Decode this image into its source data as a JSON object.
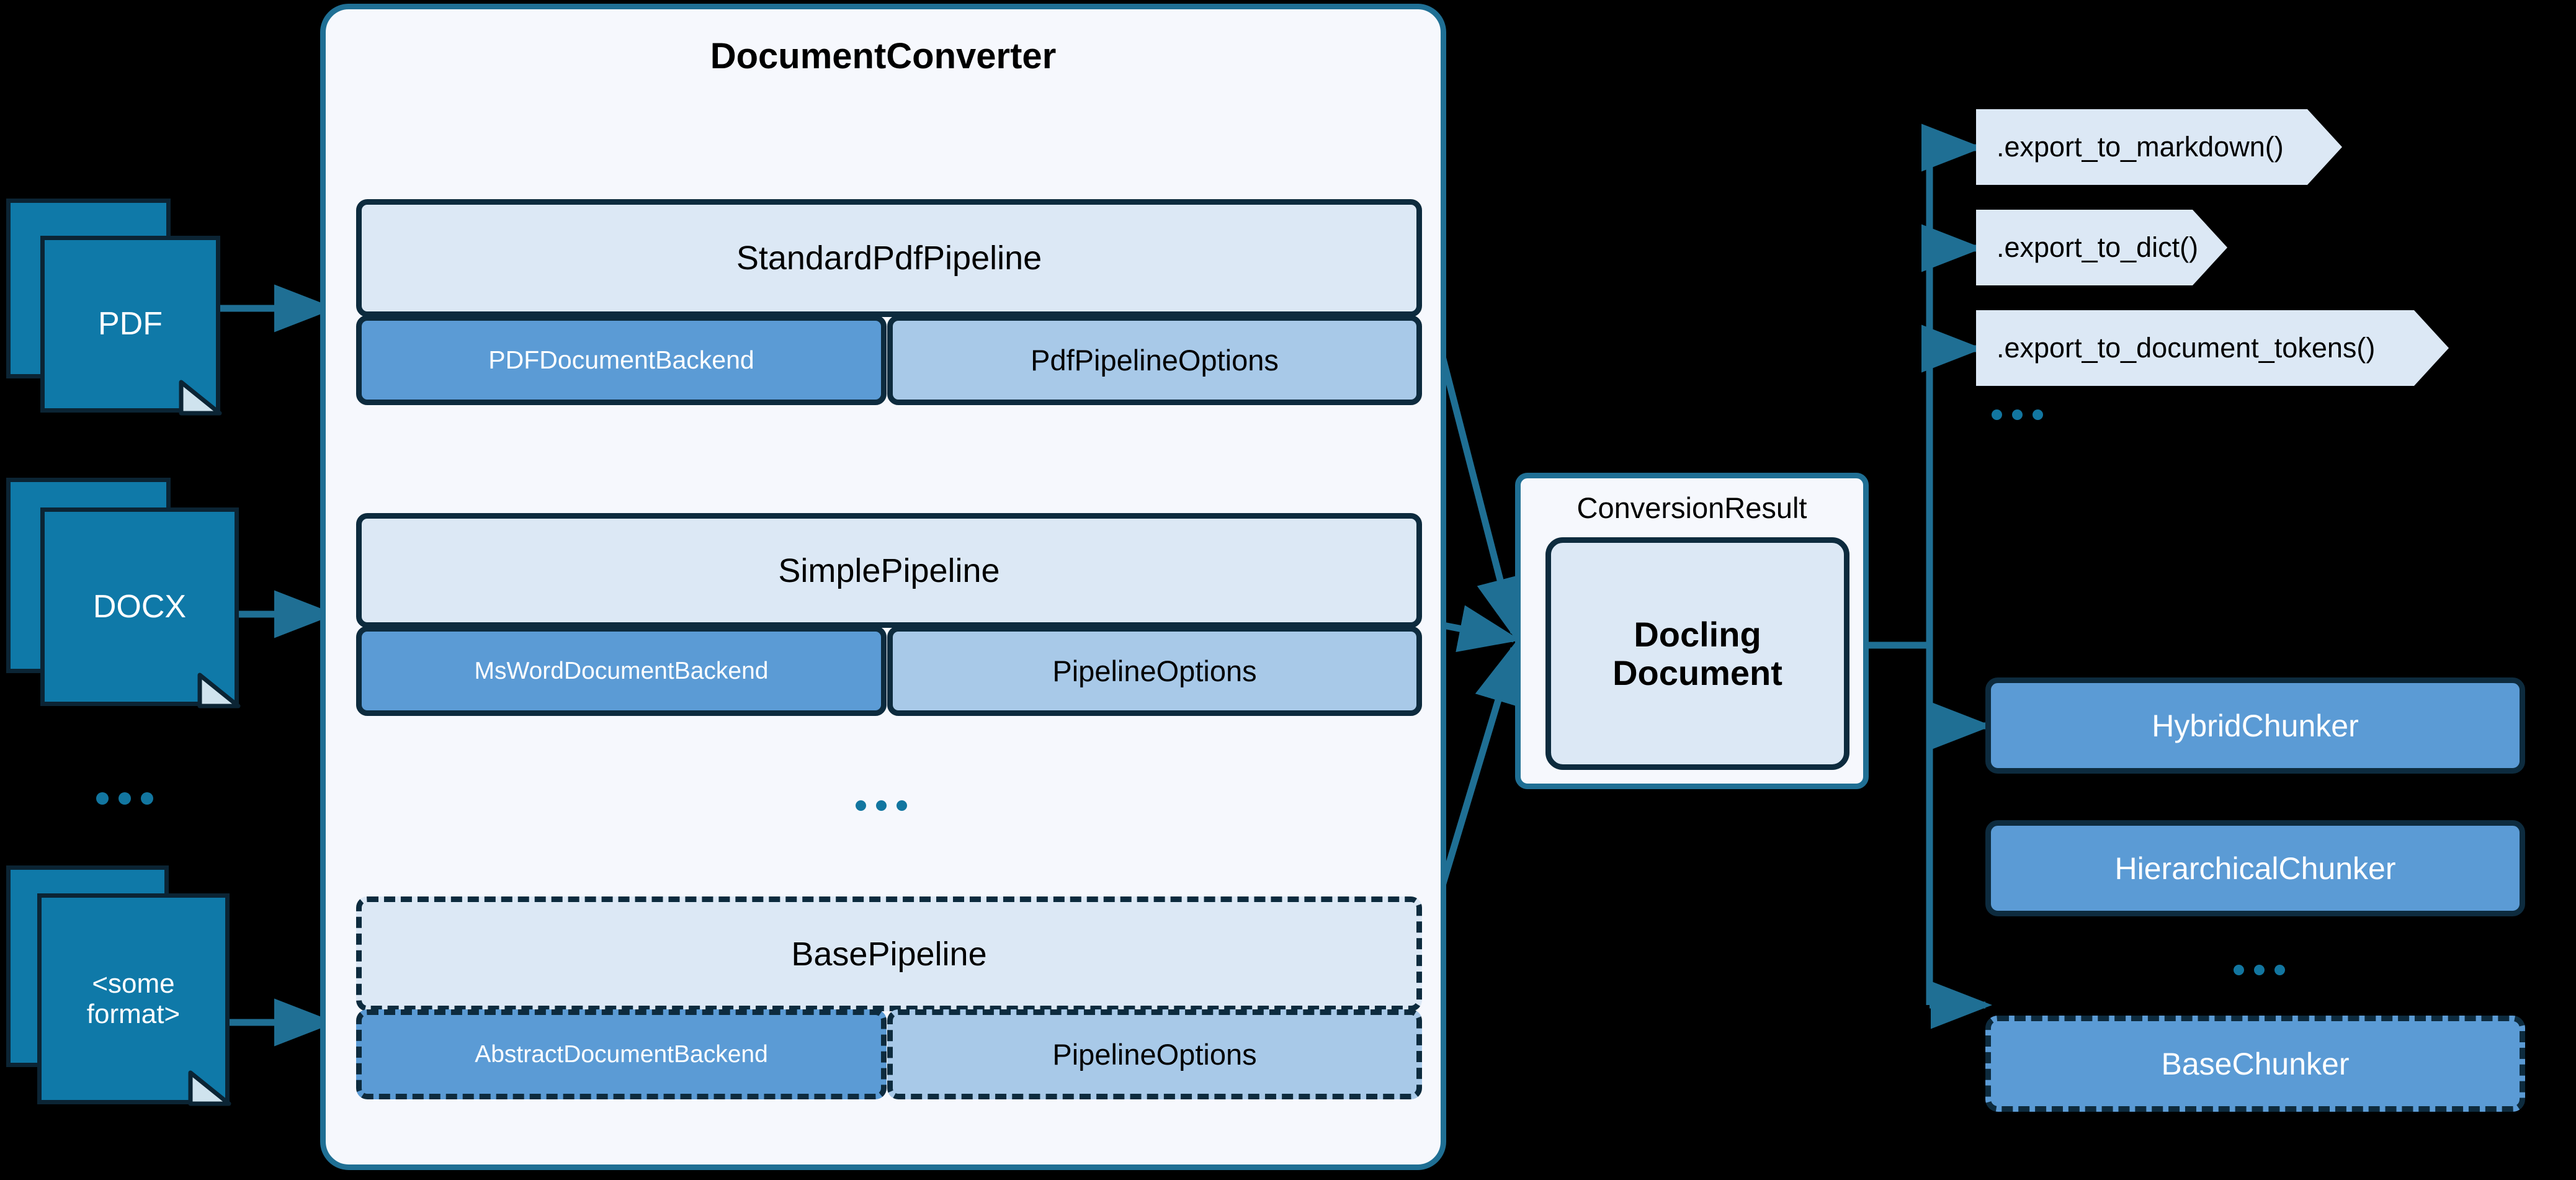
{
  "converter": {
    "title": "DocumentConverter",
    "pipelines": [
      {
        "name": "StandardPdfPipeline",
        "backend": "PDFDocumentBackend",
        "options": "PdfPipelineOptions",
        "style": "solid"
      },
      {
        "name": "SimplePipeline",
        "backend": "MsWordDocumentBackend",
        "options": "PipelineOptions",
        "style": "solid"
      },
      {
        "name": "BasePipeline",
        "backend": "AbstractDocumentBackend",
        "options": "PipelineOptions",
        "style": "dashed"
      }
    ],
    "pipeline_ellipsis": "..."
  },
  "sources": [
    {
      "label": "PDF"
    },
    {
      "label": "DOCX"
    },
    {
      "label": "<some\nformat>",
      "line1": "<some",
      "line2": "format>"
    }
  ],
  "source_ellipsis": "...",
  "result": {
    "label": "ConversionResult",
    "document_line1": "Docling",
    "document_line2": "Document"
  },
  "exports": [
    {
      "label": ".export_to_markdown()"
    },
    {
      "label": ".export_to_dict()"
    },
    {
      "label": ".export_to_document_tokens()"
    }
  ],
  "exports_ellipsis": "...",
  "chunkers": [
    {
      "label": "HybridChunker",
      "style": "solid"
    },
    {
      "label": "HierarchicalChunker",
      "style": "solid"
    },
    {
      "label": "BaseChunker",
      "style": "dashed"
    }
  ],
  "chunkers_ellipsis": "...",
  "colors": {
    "background": "#000000",
    "container_border": "#1f6f94",
    "container_fill": "#f6f8fd",
    "box_border": "#0d2b3e",
    "pipeline_head_fill": "#dce8f5",
    "backend_fill": "#5b9bd5",
    "options_fill": "#a8c9e8",
    "doc_icon_fill": "#0f79a8",
    "doc_icon_border": "#0b2434",
    "connector": "#1f6f94",
    "accent_dots": "#1276a0",
    "export_fill": "#dce8f5"
  }
}
